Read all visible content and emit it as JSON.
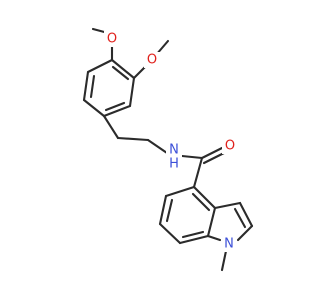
{
  "molecule": {
    "atoms": {
      "o_top": {
        "symbol": "O",
        "color": "#e0201b"
      },
      "o_right": {
        "symbol": "O",
        "color": "#e0201b"
      },
      "nh": {
        "symbol": "N",
        "suffix": "H",
        "color": "#3b4fd8"
      },
      "o_amide": {
        "symbol": "O",
        "color": "#e0201b"
      },
      "n_indole": {
        "symbol": "N",
        "color": "#3b4fd8"
      }
    },
    "bond_color": "#2b2b2b"
  }
}
